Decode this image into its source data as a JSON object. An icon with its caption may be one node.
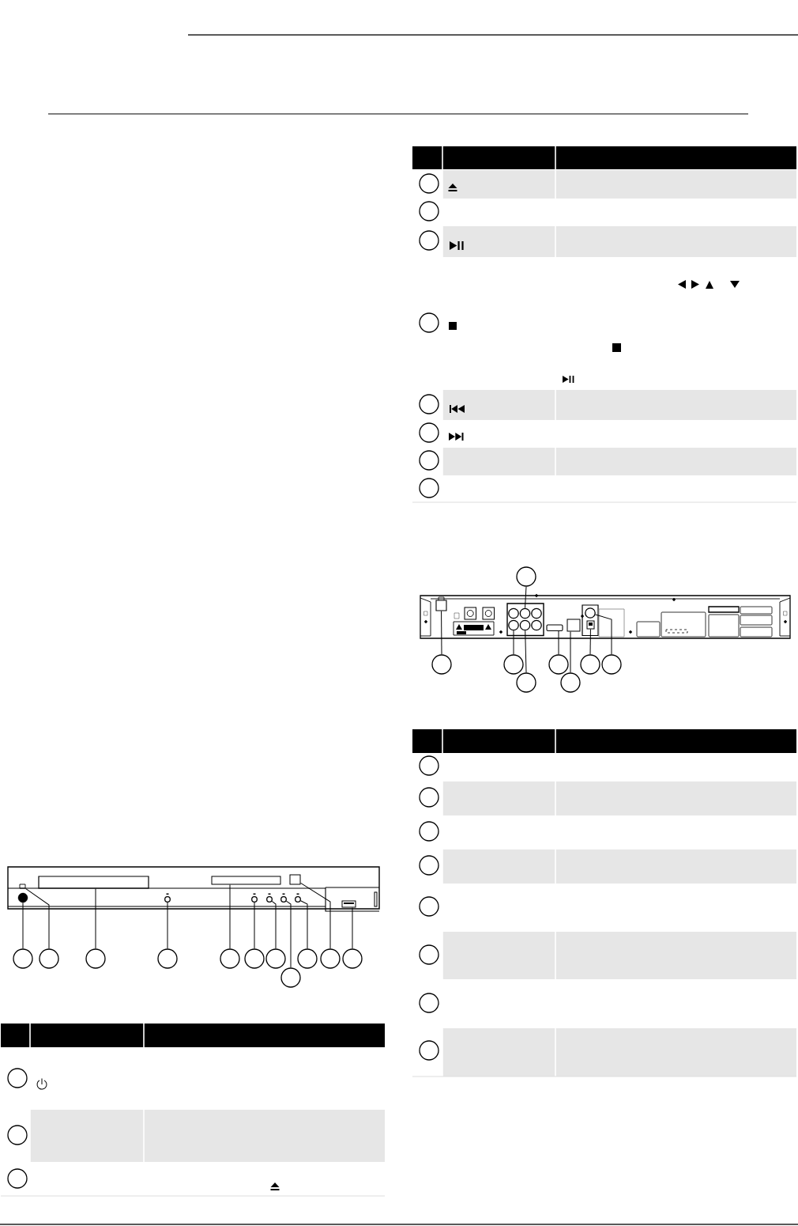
{
  "diagram": {
    "nodes": [
      {
        "text": [],
        "shape": "box"
      },
      {
        "text": [],
        "shape": "box"
      },
      {
        "text": [],
        "shape": "box"
      },
      {
        "text": [],
        "shape": "box"
      },
      {
        "text": [],
        "shape": "circle"
      },
      {
        "text": [],
        "shape": "circle"
      },
      {
        "text": [],
        "shape": "circle"
      },
      {
        "text": [],
        "shape": "circle"
      },
      {
        "text": [],
        "shape": "circle"
      },
      {
        "text": [],
        "shape": "circle"
      },
      {
        "text": [],
        "shape": "box"
      },
      {
        "text": [],
        "shape": "circle"
      },
      {
        "text": [],
        "shape": "circle"
      },
      {
        "text": [],
        "shape": "circle"
      },
      {
        "text": [],
        "shape": "circle"
      },
      {
        "text": [],
        "shape": "circle"
      },
      {
        "text": [],
        "shape": "circle"
      },
      {
        "text": [],
        "shape": "circle"
      },
      {
        "text": [],
        "shape": "circle"
      },
      {
        "text": [],
        "shape": "circle"
      },
      {
        "text": [],
        "shape": "circle"
      },
      {
        "text": [],
        "shape": "circle"
      },
      {
        "text": [],
        "shape": "circle"
      },
      {
        "text": [],
        "shape": "circle"
      },
      {
        "text": [],
        "shape": "circle"
      },
      {
        "text": [],
        "shape": "circle"
      },
      {
        "text": [],
        "shape": "circle"
      },
      {
        "text": [],
        "shape": "circle"
      },
      {
        "text": [],
        "shape": "circle"
      },
      {
        "text": [],
        "shape": "circle"
      },
      {
        "text": [],
        "shape": "circle"
      },
      {
        "text": [],
        "shape": "circle"
      },
      {
        "text": [],
        "shape": "circle"
      },
      {
        "text": [],
        "shape": "circle"
      },
      {
        "text": [],
        "shape": "box"
      },
      {
        "text": [],
        "shape": "circle"
      },
      {
        "text": [],
        "shape": "circle"
      },
      {
        "text": [],
        "shape": "circle"
      },
      {
        "text": [],
        "shape": "box"
      },
      {
        "text": [],
        "shape": "box"
      },
      {
        "text": [],
        "shape": "circle"
      },
      {
        "text": [],
        "shape": "box"
      },
      {
        "text": [],
        "shape": "circle"
      },
      {
        "text": [],
        "shape": "circle"
      },
      {
        "text": [],
        "shape": "circle"
      },
      {
        "text": [],
        "shape": "circle"
      },
      {
        "text": [],
        "shape": "circle"
      },
      {
        "text": [],
        "shape": "circle"
      },
      {
        "text": [],
        "shape": "circle"
      },
      {
        "text": [],
        "shape": "circle"
      },
      {
        "text": [],
        "shape": "circle"
      },
      {
        "text": [],
        "shape": "circle"
      },
      {
        "text": [],
        "shape": "circle"
      },
      {
        "text": [],
        "shape": "circle"
      },
      {
        "text": [],
        "shape": "circle"
      },
      {
        "text": [],
        "shape": "circle"
      },
      {
        "text": [],
        "shape": "circle"
      }
    ],
    "edges": [
      {
        "from": 11,
        "to": 4,
        "arrow": "none"
      },
      {
        "from": 12,
        "to": 0,
        "arrow": "none"
      },
      {
        "from": 13,
        "to": 1,
        "arrow": "none"
      },
      {
        "from": 14,
        "to": 5,
        "arrow": "none"
      },
      {
        "from": 15,
        "to": 2,
        "arrow": "none"
      },
      {
        "from": 16,
        "to": 6,
        "arrow": "none"
      },
      {
        "from": 17,
        "to": 7,
        "arrow": "none"
      },
      {
        "from": 18,
        "to": 8,
        "arrow": "none"
      },
      {
        "from": 19,
        "to": 9,
        "arrow": "none"
      },
      {
        "from": 20,
        "to": 3,
        "arrow": "none"
      },
      {
        "from": 21,
        "to": 10,
        "arrow": "none"
      },
      {
        "from": 33,
        "to": 36,
        "arrow": "none"
      },
      {
        "from": 42,
        "to": 34,
        "arrow": "none"
      },
      {
        "from": 43,
        "to": 35,
        "arrow": "none"
      },
      {
        "from": 44,
        "to": 37,
        "arrow": "none"
      },
      {
        "from": 45,
        "to": 38,
        "arrow": "none"
      },
      {
        "from": 46,
        "to": 39,
        "arrow": "none"
      },
      {
        "from": 47,
        "to": 41,
        "arrow": "none"
      },
      {
        "from": 48,
        "to": 40,
        "arrow": "none"
      }
    ]
  }
}
